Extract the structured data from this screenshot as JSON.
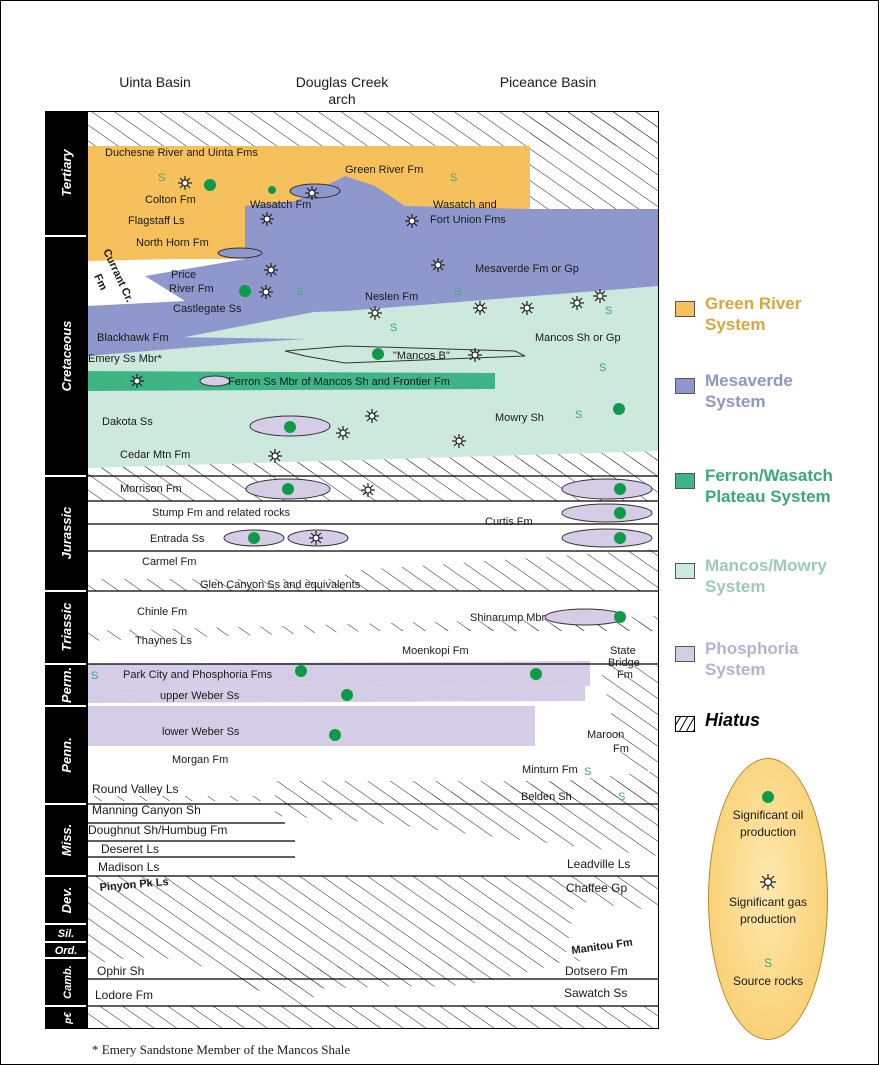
{
  "headers": {
    "left": "Uinta Basin",
    "middle": "Douglas Creek\narch",
    "right": "Piceance Basin"
  },
  "periods": [
    "Tertiary",
    "Cretaceous",
    "Jurassic",
    "Triassic",
    "Perm.",
    "Penn.",
    "Miss.",
    "Dev.",
    "Sil.",
    "Ord.",
    "Camb.",
    "p€"
  ],
  "formations": {
    "duchesne": "Duchesne River and Uinta Fms",
    "green_river": "Green River Fm",
    "colton": "Colton Fm",
    "wasatch": "Wasatch Fm",
    "wasatch_fort_union": "Wasatch and\nFort Union Fms",
    "flagstaff": "Flagstaff Ls",
    "north_horn": "North Horn Fm",
    "currant_creek": "Currant Cr.\nFm",
    "price_river": "Price\nRiver Fm",
    "mesaverde": "Mesaverde Fm or Gp",
    "neslen": "Neslen Fm",
    "castlegate": "Castlegate Ss",
    "blackhawk": "Blackhawk Fm",
    "mancos": "Mancos Sh or Gp",
    "emery": "Emery Ss Mbr*",
    "mancos_b": "\"Mancos B\"",
    "ferron": "Ferron Ss Mbr of Mancos Sh and Frontier Fm",
    "dakota": "Dakota Ss",
    "mowry": "Mowry Sh",
    "cedar_mtn": "Cedar Mtn Fm",
    "morrison": "Morrison Fm",
    "stump": "Stump Fm and related rocks",
    "curtis": "Curtis Fm",
    "entrada": "Entrada Ss",
    "carmel": "Carmel Fm",
    "glen_canyon": "Glen Canyon Ss and equivalents",
    "chinle": "Chinle Fm",
    "shinarump": "Shinarump Mbr",
    "thaynes": "Thaynes Ls",
    "moenkopi": "Moenkopi Fm",
    "state_bridge": "State\nBridge\nFm",
    "park_city": "Park City and Phosphoria Fms",
    "upper_weber": "upper Weber Ss",
    "lower_weber": "lower Weber Ss",
    "maroon": "Maroon\nFm",
    "morgan": "Morgan Fm",
    "minturn": "Minturn Fm",
    "round_valley": "Round Valley Ls",
    "belden": "Belden Sh",
    "manning": "Manning Canyon Sh",
    "doughnut": "Doughnut Sh/Humbug Fm",
    "deseret": "Deseret Ls",
    "madison": "Madison Ls",
    "leadville": "Leadville Ls",
    "pinyon": "Pinyon Pk Ls",
    "chaffee": "Chaffee Gp",
    "manitou": "Manitou Fm",
    "ophir": "Ophir Sh",
    "dotsero": "Dotsero Fm",
    "lodore": "Lodore Fm",
    "sawatch": "Sawatch Ss"
  },
  "source_symbol": "S",
  "legend": [
    {
      "label": "Green River\nSystem",
      "color": "#f6c15c",
      "text_color": "#d9a640"
    },
    {
      "label": "Mesaverde\nSystem",
      "color": "#8f98cc",
      "text_color": "#8e96c6"
    },
    {
      "label": "Ferron/Wasatch\nPlateau System",
      "color": "#3fb585",
      "text_color": "#3aa87b"
    },
    {
      "label": "Mancos/Mowry\nSystem",
      "color": "#cde8dc",
      "text_color": "#9ccbb5"
    },
    {
      "label": "Phosphoria\nSystem",
      "color": "#d5cde6",
      "text_color": "#b9b0d0"
    }
  ],
  "hiatus_label": "Hiatus",
  "key": {
    "oil": "Significant oil\nproduction",
    "gas": "Significant gas\nproduction",
    "source_symbol": "S",
    "source": "Source rocks"
  },
  "footnote": "* Emery Sandstone Member of the Mancos Shale",
  "colors": {
    "green_river": "#f6c15c",
    "mesaverde": "#8f98cc",
    "ferron": "#3fb585",
    "mancos": "#cde8dc",
    "phosphoria": "#d5cde6",
    "oil": "#0e9a48",
    "period_bar": "#000000"
  }
}
